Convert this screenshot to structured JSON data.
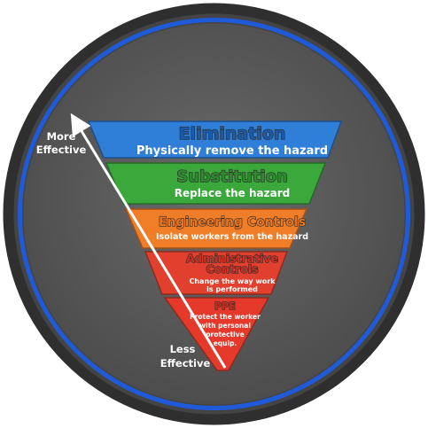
{
  "axis": {
    "top_label": [
      "More",
      "Effective"
    ],
    "bottom_label": [
      "Less",
      "Effective"
    ]
  },
  "levels": [
    {
      "title": "Elimination",
      "subtitle_lines": [
        "Physically remove the hazard"
      ],
      "color": "#2f7fd8",
      "title_color": "#1a5aa8"
    },
    {
      "title": "Substitution",
      "subtitle_lines": [
        "Replace the hazard"
      ],
      "color": "#3aa83a",
      "title_color": "#2f8a2f"
    },
    {
      "title": "Engineering Controls",
      "subtitle_lines": [
        "Isolate workers from the hazard"
      ],
      "color": "#f07d27",
      "title_color": "#e8761e"
    },
    {
      "title": "Administrative",
      "title2": "Controls",
      "subtitle_lines": [
        "Change the way work",
        "is performed"
      ],
      "color": "#e2402f",
      "title_color": "#cf3022"
    },
    {
      "title": "PPE",
      "subtitle_lines": [
        "Protect the worker",
        "with personal",
        "protective",
        "equip."
      ],
      "color": "#e53a2b",
      "title_color": "#c62f22"
    }
  ],
  "colors": {
    "background": "#5a5a5a",
    "outer_ring": "#3a3a3a",
    "blue_ring": "#1f5bd8",
    "arrow": "#ffffff"
  }
}
